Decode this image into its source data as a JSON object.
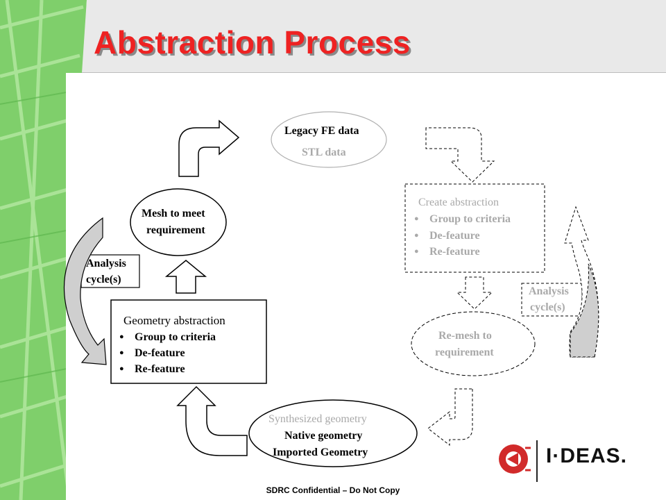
{
  "title": "Abstraction Process",
  "footer": "SDRC Confidential – Do Not Copy",
  "legacy": {
    "line1": "Legacy FE data",
    "line2": "STL data"
  },
  "mesh": {
    "line1": "Mesh to meet",
    "line2": "requirement"
  },
  "analysis_left": {
    "line1": "Analysis",
    "line2": "cycle(s)"
  },
  "geometry": {
    "heading": "Geometry abstraction",
    "items": [
      "Group to criteria",
      "De-feature",
      "Re-feature"
    ]
  },
  "create": {
    "heading": "Create abstraction",
    "items": [
      "Group to criteria",
      "De-feature",
      "Re-feature"
    ]
  },
  "analysis_right": {
    "line1": "Analysis",
    "line2": "cycle(s)"
  },
  "remesh": {
    "line1": "Re-mesh to",
    "line2": "requirement"
  },
  "synth": {
    "line1": "Synthesized geometry",
    "line2": "Native geometry",
    "line3": "Imported Geometry"
  },
  "logo": {
    "text": "I·DEAS."
  },
  "colors": {
    "title": "#ee2222",
    "accent_green": "#8fd37a",
    "faded": "#a9a9a9",
    "logo_red": "#d12a2a"
  }
}
